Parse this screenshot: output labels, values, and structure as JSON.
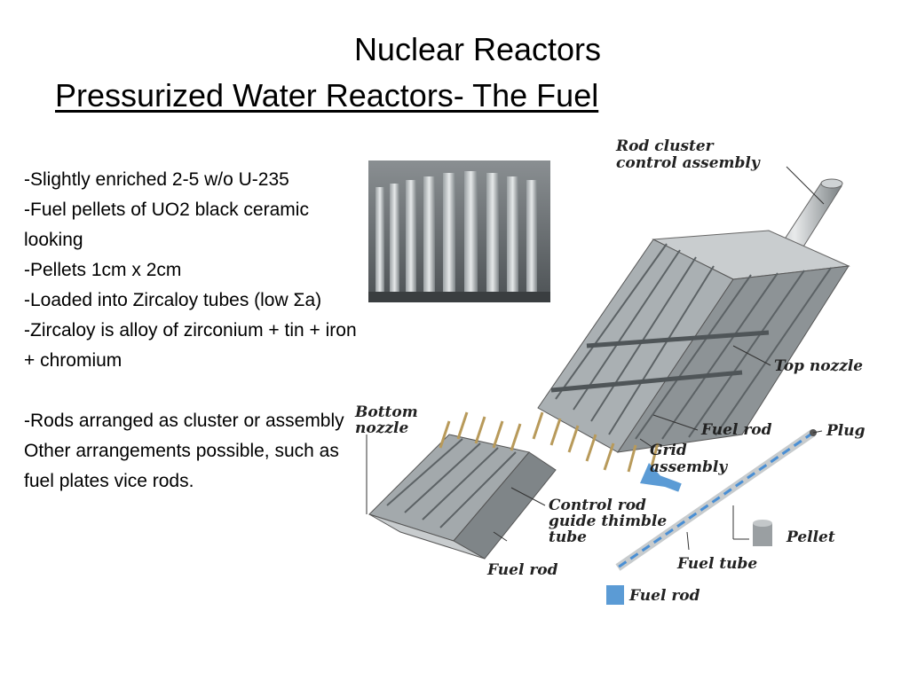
{
  "slide": {
    "title": "Nuclear Reactors",
    "subtitle": "Pressurized Water Reactors- The Fuel",
    "bullets": [
      "-Slightly enriched 2-5 w/o U-235",
      "-Fuel pellets of UO2 black ceramic looking",
      "-Pellets 1cm x 2cm",
      "-Loaded into Zircaloy tubes (low Σa)",
      "-Zircaloy is alloy of zirconium + tin + iron + chromium",
      "",
      "-Rods arranged as cluster or assembly",
      "Other arrangements possible, such as fuel plates vice rods."
    ]
  },
  "diagram": {
    "labels": {
      "rod_cluster_1": "Rod cluster",
      "rod_cluster_2": "control assembly",
      "top_nozzle": "Top nozzle",
      "bottom_nozzle_1": "Bottom",
      "bottom_nozzle_2": "nozzle",
      "fuel_rod_upper": "Fuel rod",
      "plug": "Plug",
      "grid_1": "Grid",
      "grid_2": "assembly",
      "control_guide_1": "Control rod",
      "control_guide_2": "guide thimble",
      "control_guide_3": "tube",
      "pellet": "Pellet",
      "fuel_rod_lower": "Fuel rod",
      "fuel_tube": "Fuel tube",
      "fuel_rod_legend": "Fuel rod"
    },
    "colors": {
      "arrow": "#5b9bd5",
      "rod": "#4a8fd4",
      "legend": "#5b9bd5"
    }
  }
}
